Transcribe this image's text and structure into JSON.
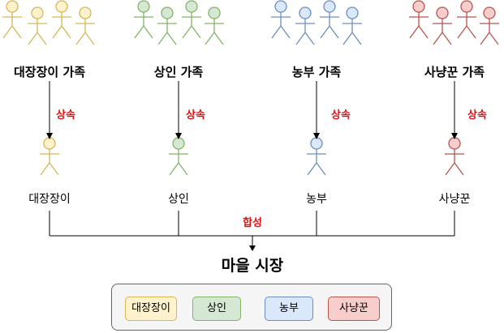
{
  "families": [
    {
      "label": "대장장이 가족",
      "color": "#d6b656",
      "fill": "#fff2cc"
    },
    {
      "label": "상인 가족",
      "color": "#82b366",
      "fill": "#d5e8d4"
    },
    {
      "label": "농부 가족",
      "color": "#6c8ebf",
      "fill": "#dae8fc"
    },
    {
      "label": "사냥꾼 가족",
      "color": "#b85450",
      "fill": "#f8cecc"
    }
  ],
  "inherit_label": "상속",
  "individuals": [
    {
      "label": "대장장이"
    },
    {
      "label": "상인"
    },
    {
      "label": "농부"
    },
    {
      "label": "사냥꾼"
    }
  ],
  "synthesis_label": "합성",
  "market_title": "마을 시장",
  "legend": [
    {
      "label": "대장장이",
      "color": "#d6b656",
      "fill": "#fff2cc"
    },
    {
      "label": "상인",
      "color": "#82b366",
      "fill": "#d5e8d4"
    },
    {
      "label": "농부",
      "color": "#6c8ebf",
      "fill": "#dae8fc"
    },
    {
      "label": "사냥꾼",
      "color": "#b85450",
      "fill": "#f8cecc"
    }
  ]
}
